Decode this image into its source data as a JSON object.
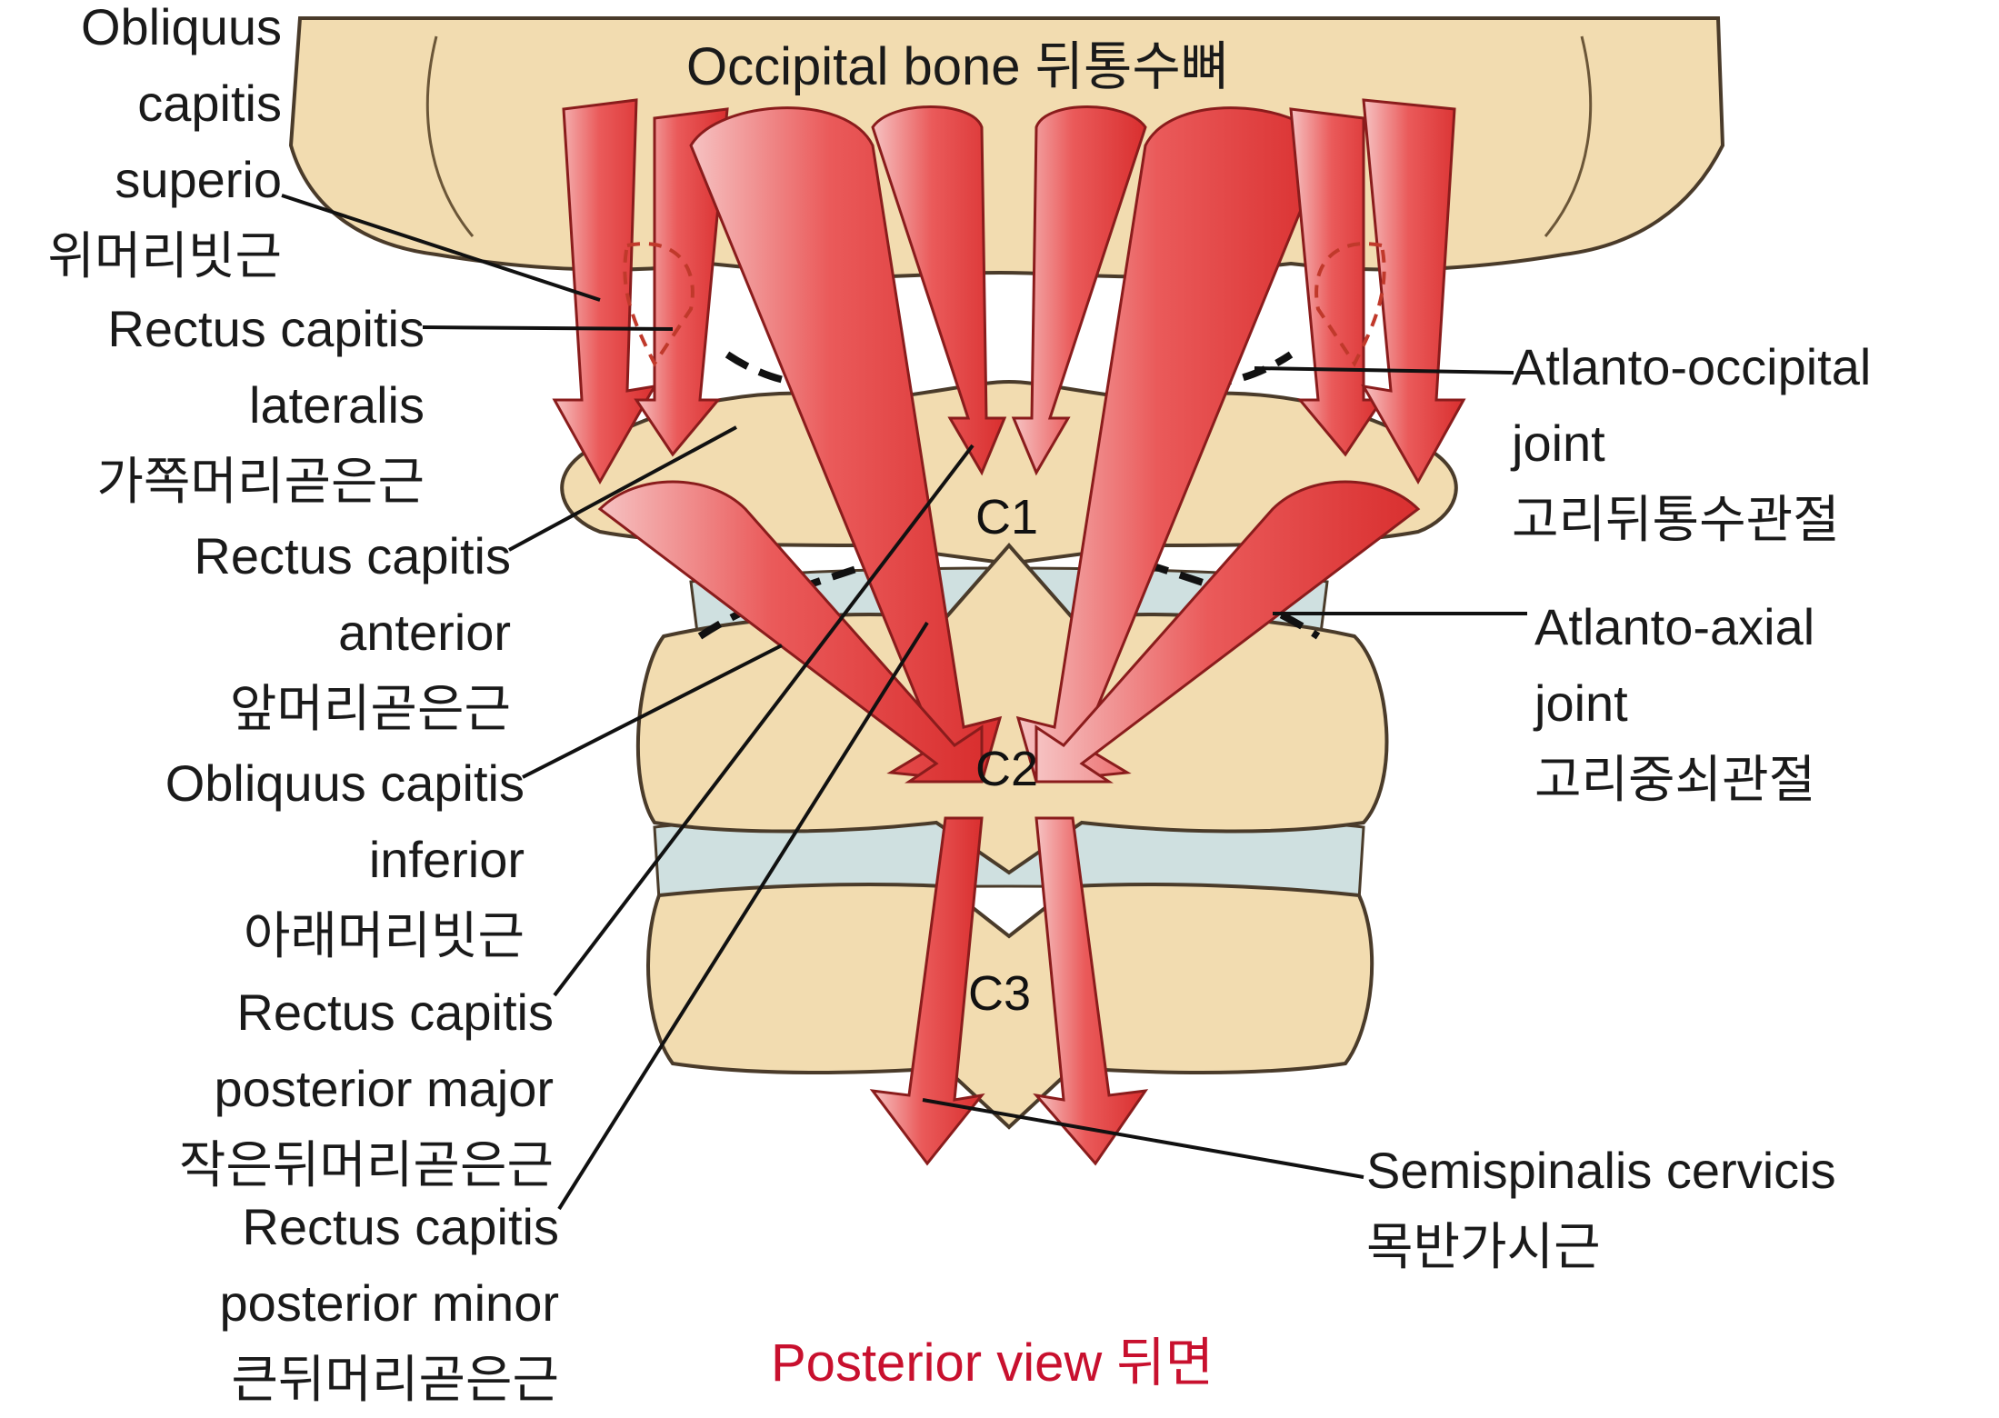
{
  "colors": {
    "bone": "#f2dcb0",
    "bone_edge": "#4a3b2a",
    "muscle": "#e23b3b",
    "muscle_light": "#f6b8b8",
    "disc": "#cfe0e0",
    "caption": "#c8102e"
  },
  "top_label": "Occipital bone 뒤통수뼈",
  "vertebrae": {
    "c1": "C1",
    "c2": "C2",
    "c3": "C3"
  },
  "left_labels": [
    {
      "lines": [
        "Obliquus",
        "capitis",
        "superio",
        "위머리빗근"
      ]
    },
    {
      "lines": [
        "Rectus capitis",
        "lateralis",
        "가쪽머리곧은근"
      ]
    },
    {
      "lines": [
        "Rectus capitis",
        "anterior",
        "앞머리곧은근"
      ]
    },
    {
      "lines": [
        "Obliquus capitis",
        "inferior",
        "아래머리빗근"
      ]
    },
    {
      "lines": [
        "Rectus capitis",
        "posterior major",
        "작은뒤머리곧은근"
      ]
    },
    {
      "lines": [
        "Rectus capitis",
        "posterior minor",
        "큰뒤머리곧은근"
      ]
    }
  ],
  "right_labels": [
    {
      "lines": [
        "Atlanto-occipital",
        "joint",
        "고리뒤통수관절"
      ]
    },
    {
      "lines": [
        "Atlanto-axial",
        "joint",
        "고리중쇠관절"
      ]
    },
    {
      "lines": [
        "Semispinalis cervicis",
        "목반가시근"
      ]
    }
  ],
  "caption": "Posterior view 뒤면"
}
